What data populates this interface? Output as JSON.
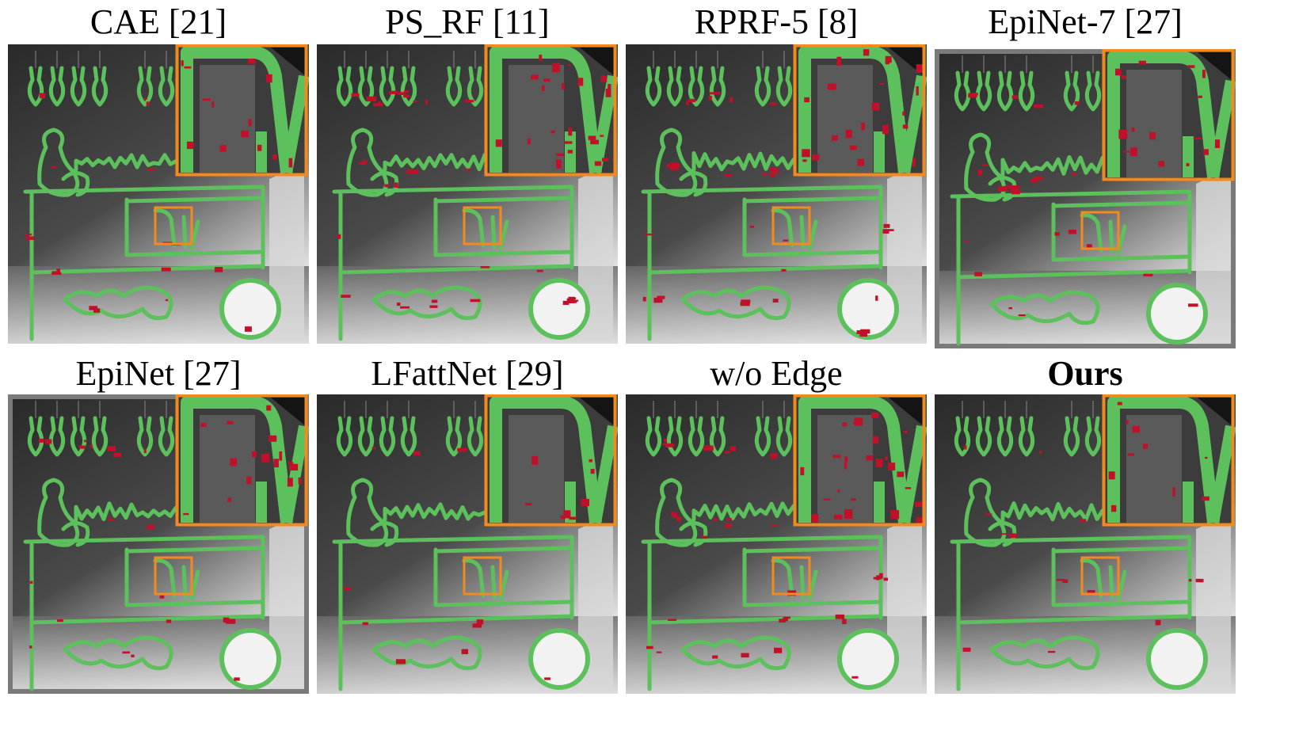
{
  "figure": {
    "panels": [
      {
        "title": "CAE [21]",
        "frame": "#ffffff"
      },
      {
        "title": "PS_RF [11]",
        "frame": "#ffffff"
      },
      {
        "title": "RPRF-5 [8]",
        "frame": "#ffffff"
      },
      {
        "title": "EpiNet-7 [27]",
        "frame": "#7a7a7a"
      },
      {
        "title": "EpiNet [27]",
        "frame": "#7a7a7a"
      },
      {
        "title": "LFattNet [29]",
        "frame": "#ffffff"
      },
      {
        "title": "w/o Edge",
        "frame": "#ffffff"
      },
      {
        "title": "Ours",
        "frame": "#ffffff"
      }
    ],
    "colors": {
      "correct_edge": "#5cc05c",
      "error_edge": "#c0102a",
      "highlight_box": "#f28a1e",
      "background_dark": "#2a2a2a",
      "background_light": "#e6e6e6"
    }
  }
}
